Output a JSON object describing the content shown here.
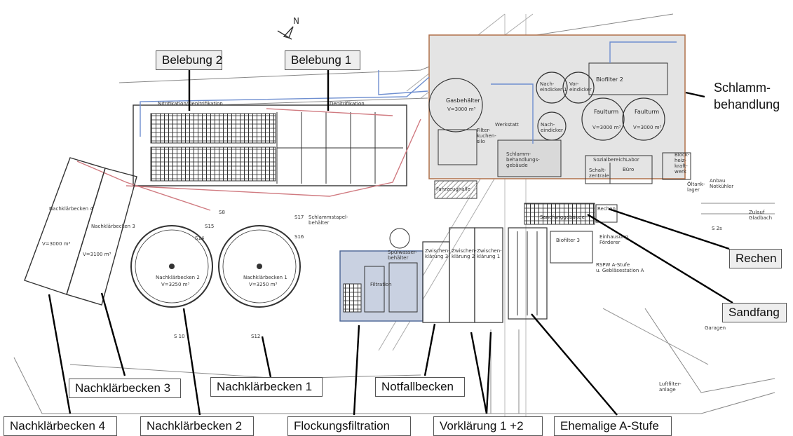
{
  "callouts": {
    "belebung_2": "Belebung 2",
    "belebung_1": "Belebung 1",
    "schlammbehandlung": "Schlamm-\nbehandlung",
    "rechen": "Rechen",
    "sandfang": "Sandfang",
    "nachklaerbecken_1": "Nachklärbecken 1",
    "nachklaerbecken_2": "Nachklärbecken 2",
    "nachklaerbecken_3": "Nachklärbecken 3",
    "nachklaerbecken_4": "Nachklärbecken 4",
    "notfallbecken": "Notfallbecken",
    "flockungsfiltration": "Flockungsfiltration",
    "vorklaerung": "Vorklärung 1 +2",
    "ehemalige_a_stufe": "Ehemalige A-Stufe"
  },
  "plan_labels": {
    "north": "N",
    "nkb1": "Nachklärbecken 1",
    "nkb1_vol": "V=3250 m³",
    "nkb2": "Nachklärbecken 2",
    "nkb2_vol": "V=3250 m³",
    "nkb3": "Nachklärbecken 3",
    "nkb3_vol": "V=3100 m³",
    "nkb4": "Nachklärbecken 4",
    "nkb4_vol": "V=3000 m³",
    "gasbehaelter": "Gasbehälter",
    "gasbehaelter_vol": "V=3000 m³",
    "faulturm_1": "Faulturm",
    "faulturm_1_vol": "V=3000 m³",
    "faulturm_2": "Faulturm",
    "faulturm_2_vol": "V=3000 m³",
    "biofilter_2": "Biofilter 2",
    "voreindicker": "Vor-\neindicker",
    "nacheindicker_1": "Nach-\neindicker 1",
    "nacheindicker_2": "Nach-\neindicker",
    "werkstatt": "Werkstatt",
    "schlammbehandlungsgebaeude": "Schlamm-\nbehandlungs-\ngebäude",
    "filterkuchensilo": "Filter-\nkuchen-\nsilo",
    "fahrzeughalle": "Fahrzeughalle",
    "sozialbereich": "Sozialbereich",
    "schaltzentrale": "Schalt-\nzentrale",
    "buero": "Büro",
    "labor": "Labor",
    "bhkw": "Block-\nheiz-\nkraft-\nwerk",
    "oeltanklager": "Öltank-\nlager",
    "anbau_notkuehler": "Anbau\nNotkühler",
    "rechen_building": "Rechen",
    "sandfanggebaeude": "Sandfanggebäude",
    "zulauf": "Zulauf\nGladbach",
    "biofilter_3": "Biofilter 3",
    "rspw": "RSPW A-Stufe\nu. Gebläsestation A",
    "zwischenklaerung_3": "Zwischen-\nklärung 3",
    "zwischenklaerung_2": "Zwischen-\nklärung 2",
    "zwischenklaerung_1": "Zwischen-\nklärung 1",
    "spuelwasserbehaelter": "Spülwasser-\nbehälter",
    "filtration": "Filtration",
    "nitrifikation": "Nitrifikation/Denitrifikation",
    "denitrifikation": "Denitrifikation",
    "garagen": "Garagen",
    "luftfilteranlage": "Luftfilter-\nanlage",
    "einhausung": "Einhausung\nFörderer",
    "schlammstapel": "Schlammstapel-\nbehälter",
    "s8": "S8",
    "s15": "S15",
    "s14": "S14",
    "s17": "S17",
    "s16": "S16",
    "s10": "S 10",
    "s12": "S12",
    "s2s": "S 2s"
  },
  "colors": {
    "callout_fill": "#eeeeee",
    "callout_border": "#555555",
    "schlamm_area": "#e4e4e4",
    "schlamm_outline": "#b0704a",
    "filtration_area": "#c9d1e1",
    "filtration_outline": "#4a6494",
    "line_dark": "#333333",
    "pipe_blue": "#6f8fd0",
    "pipe_red": "#d07a80",
    "belebung_hatch": "#3a3a3a"
  }
}
